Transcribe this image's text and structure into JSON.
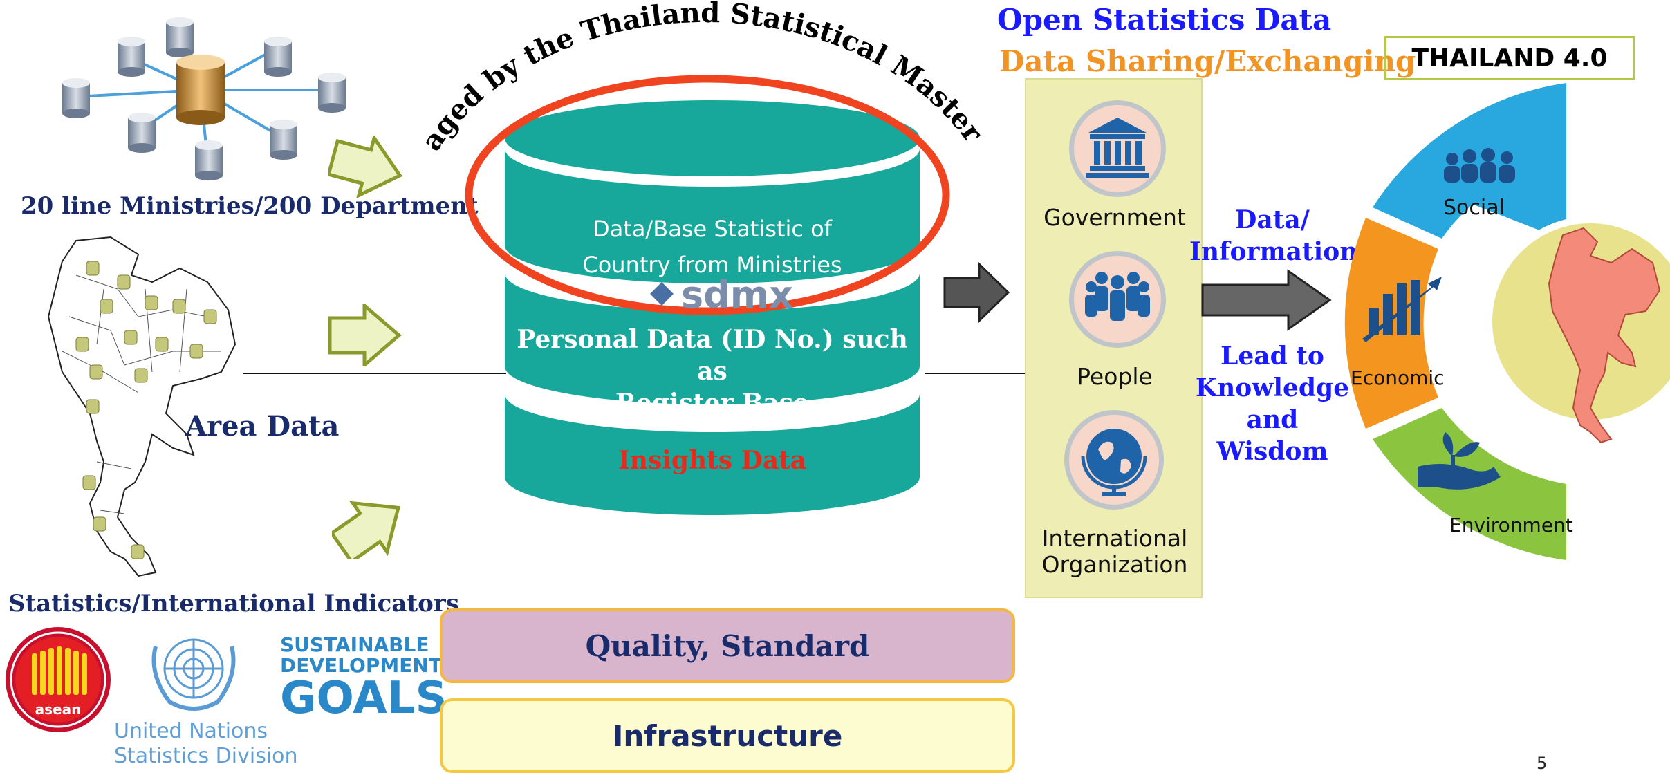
{
  "left": {
    "ministries_bold": "20",
    "ministries_text": " line Ministries/",
    "departments_bold": "200",
    "departments_text": " Department",
    "area_data": "Area Data",
    "indicators": "Statistics/International Indicators"
  },
  "logos": {
    "asean": "asean",
    "unsd_line1": "United Nations",
    "unsd_line2": "Statistics Division",
    "sdg_line1": "SUSTAINABLE",
    "sdg_line2": "DEVELOPMENT",
    "sdg_line3": "GOALS"
  },
  "database": {
    "arc_title": "Managed by the Thailand Statistical Master Plan",
    "layer1_line1": "Data/Base Statistic of",
    "layer1_line2": "Country from Ministries",
    "sdmx": "sdmx",
    "layer2_line1": "Personal Data (ID No.) such as",
    "layer2_line2": "Register Base",
    "layer3": "Insights Data"
  },
  "foundation": {
    "quality": "Quality, Standard",
    "infrastructure": "Infrastructure"
  },
  "sharing": {
    "open_data": "Open Statistics Data",
    "exchange": "Data Sharing/Exchanging",
    "stakeholders": [
      "Government",
      "People",
      "International",
      "Organization"
    ]
  },
  "flow": {
    "data_info_1": "Data/",
    "data_info_2": "Information",
    "lead_1": "Lead to",
    "lead_2": "Knowledge",
    "lead_3": "and Wisdom"
  },
  "thailand": {
    "title": "THAILAND 4.0",
    "segments": [
      "Social",
      "Economic",
      "Environment"
    ]
  },
  "colors": {
    "teal": "#17a89b",
    "navy": "#1a2b6b",
    "blue": "#1a1aff",
    "orange": "#f29423",
    "red_ring": "#f04420",
    "social": "#29a8e0",
    "economic": "#f4951f",
    "environment": "#8bc43f"
  },
  "page_number": "5"
}
